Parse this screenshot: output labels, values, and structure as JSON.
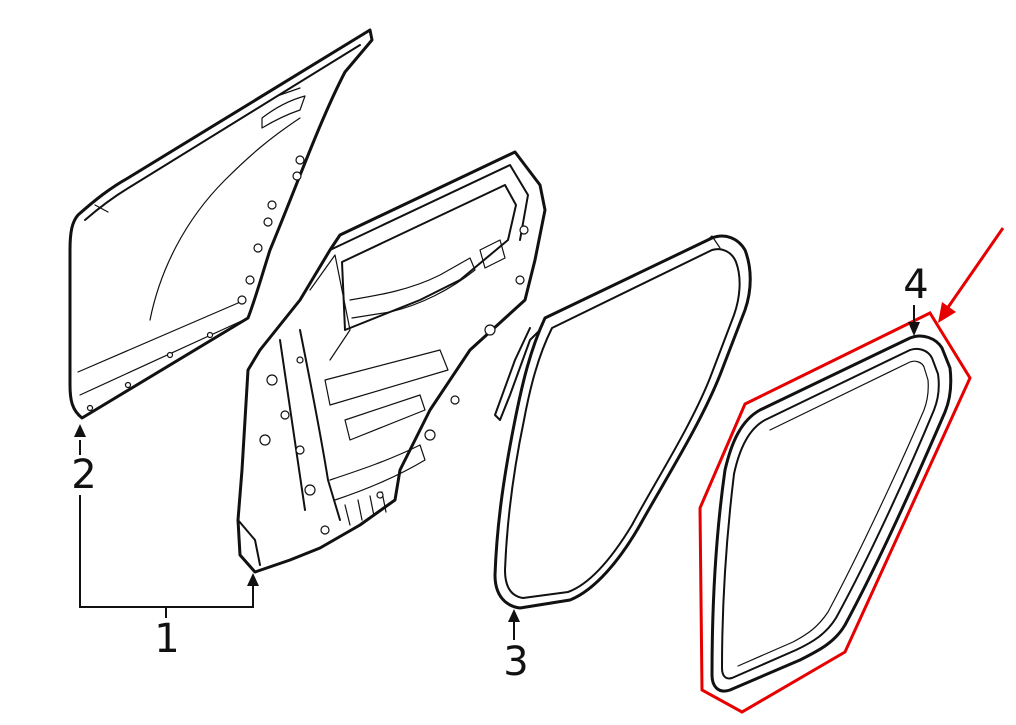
{
  "callouts": {
    "c1": "1",
    "c2": "2",
    "c3": "3",
    "c4": "4"
  },
  "colors": {
    "line": "#111111",
    "highlight": "#e60000",
    "background": "#ffffff"
  }
}
